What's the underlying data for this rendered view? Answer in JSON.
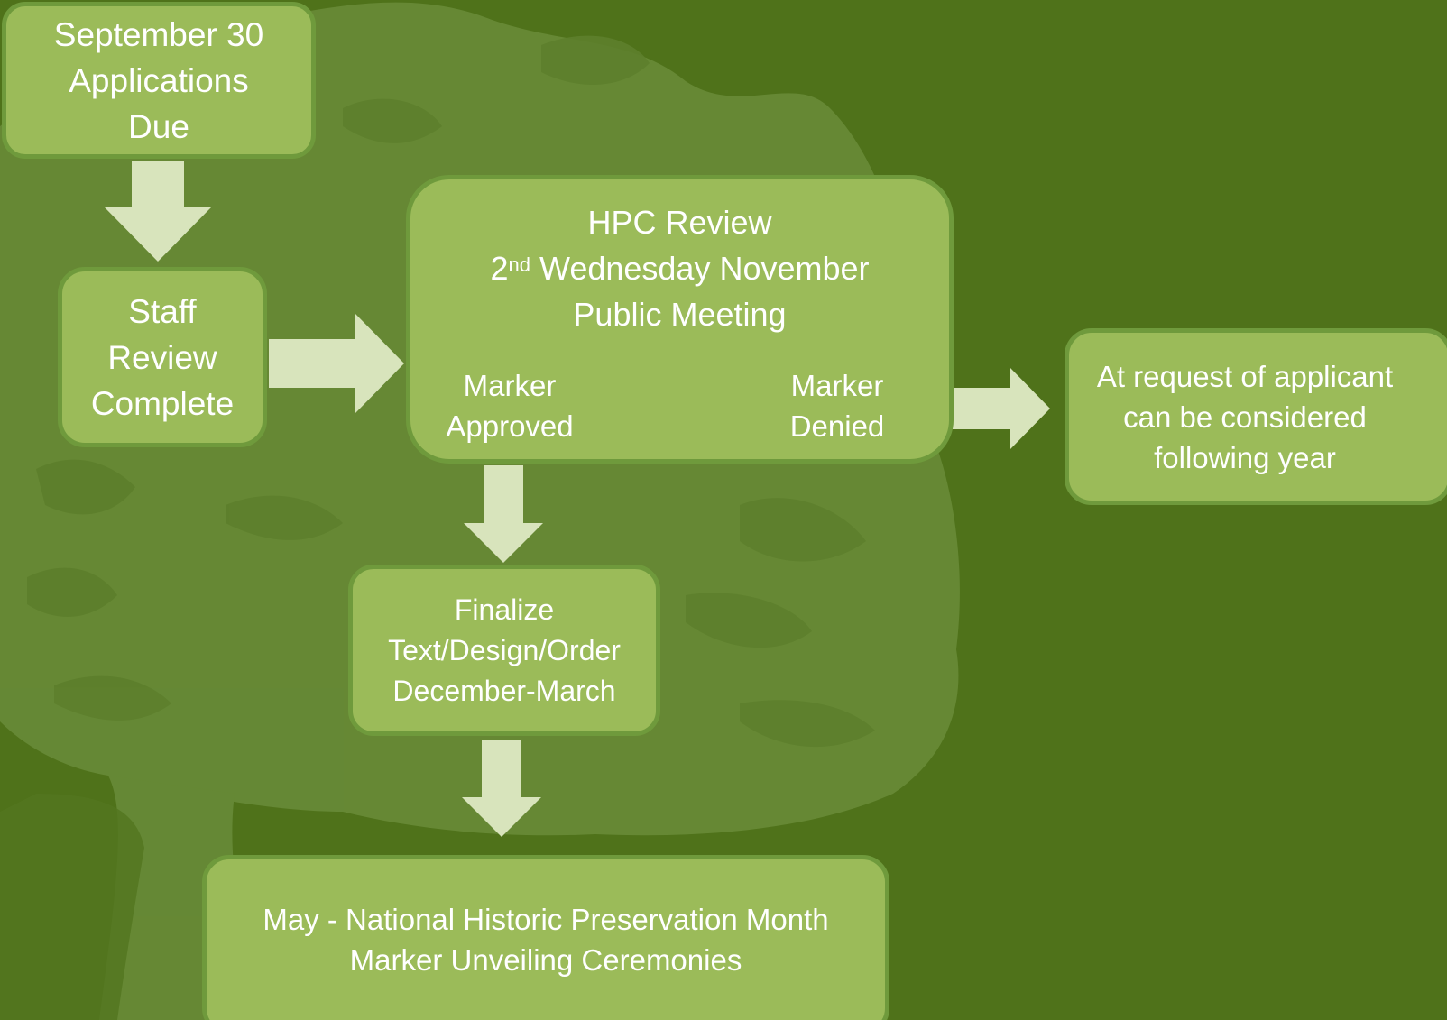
{
  "diagram": {
    "nodes": [
      {
        "id": "applications-due",
        "lines": [
          "September 30",
          "Applications",
          "Due"
        ]
      },
      {
        "id": "staff-review",
        "lines": [
          "Staff",
          "Review",
          "Complete"
        ]
      },
      {
        "id": "hpc-review",
        "title": "HPC Review",
        "date_ordinal": "2",
        "date_suffix": "nd",
        "date_rest": " Wednesday November",
        "subtitle": "Public Meeting",
        "approved_lines": [
          "Marker",
          "Approved"
        ],
        "denied_lines": [
          "Marker",
          "Denied"
        ]
      },
      {
        "id": "following-year",
        "lines": [
          "At request of applicant",
          "can be considered",
          "following year"
        ]
      },
      {
        "id": "finalize",
        "lines": [
          "Finalize",
          "Text/Design/Order",
          "December-March"
        ]
      },
      {
        "id": "unveiling",
        "lines": [
          "May - National Historic Preservation Month",
          "Marker Unveiling Ceremonies"
        ]
      }
    ],
    "edges": [
      {
        "from": "applications-due",
        "to": "staff-review",
        "direction": "down"
      },
      {
        "from": "staff-review",
        "to": "hpc-review",
        "direction": "right"
      },
      {
        "from": "hpc-review",
        "to": "following-year",
        "direction": "right",
        "branch": "Marker Denied"
      },
      {
        "from": "hpc-review",
        "to": "finalize",
        "direction": "down",
        "branch": "Marker Approved"
      },
      {
        "from": "finalize",
        "to": "unveiling",
        "direction": "down"
      }
    ],
    "colors": {
      "background": "#4f721a",
      "tree_silhouette": "#6a8c3a",
      "box_fill": "#9bbb59",
      "box_border": "#6f9a3c",
      "arrow_fill": "#d8e4bc",
      "text": "#ffffff"
    }
  }
}
